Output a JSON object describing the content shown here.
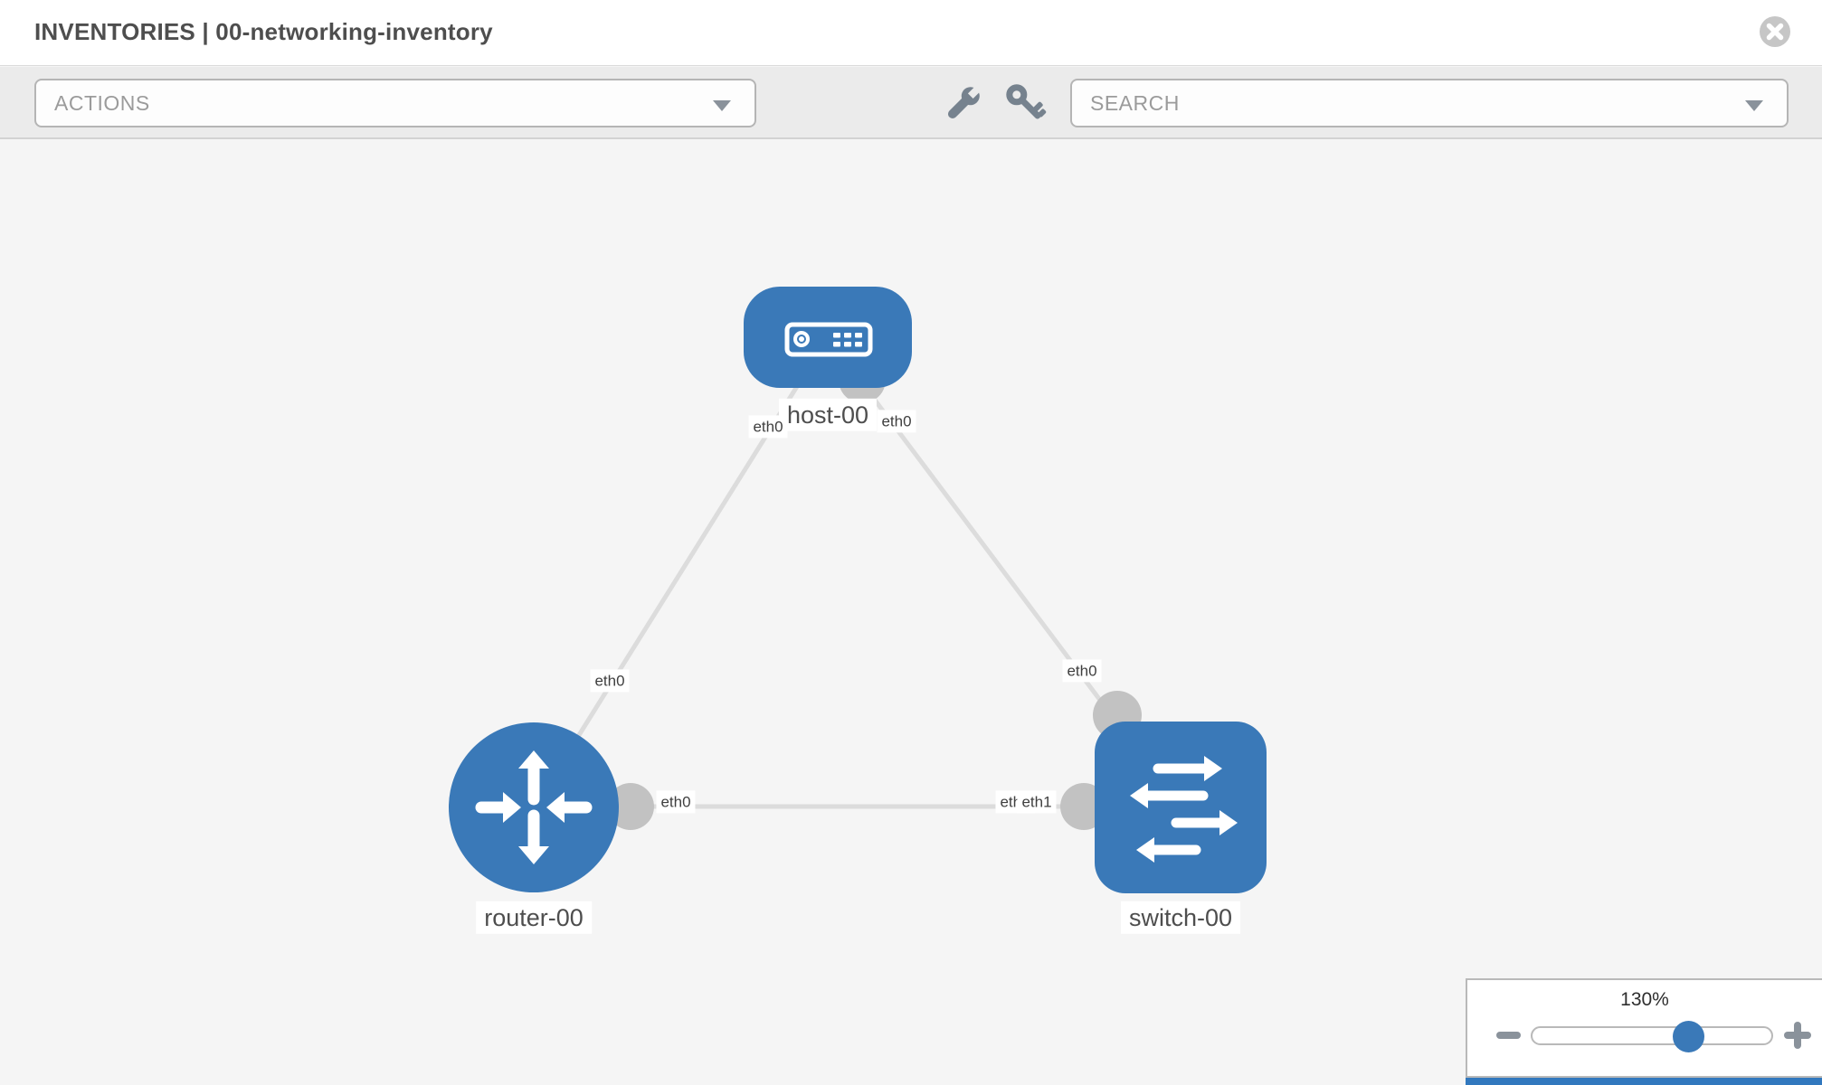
{
  "header": {
    "title": "INVENTORIES | 00-networking-inventory"
  },
  "toolbar": {
    "actions": {
      "label": "ACTIONS"
    },
    "search": {
      "placeholder": "SEARCH"
    }
  },
  "icons": {
    "header": [
      "close-icon"
    ],
    "toolbar": [
      "wrench-icon",
      "key-icon",
      "chevron-down-icon"
    ],
    "zoom": [
      "minus-icon",
      "plus-icon"
    ],
    "nodes": [
      "server-icon",
      "router-arrows-icon",
      "switch-arrows-icon"
    ]
  },
  "topology": {
    "nodes": [
      {
        "label": "host-00",
        "type": "host"
      },
      {
        "label": "router-00",
        "type": "router"
      },
      {
        "label": "switch-00",
        "type": "switch"
      }
    ],
    "links": [
      {
        "from": "host-00",
        "to": "router-00",
        "from_interface": "eth0",
        "to_interface": "eth0"
      },
      {
        "from": "host-00",
        "to": "switch-00",
        "from_interface": "eth0",
        "to_interface": "eth0"
      },
      {
        "from": "router-00",
        "to": "switch-00",
        "from_interface": "eth0",
        "to_interface": "eth1"
      }
    ],
    "overlapped_label": {
      "back": "eth0"
    }
  },
  "zoom": {
    "level": "130%"
  },
  "colors": {
    "node_blue": "#3a79b8",
    "link_gray": "#dcdcdc",
    "port_gray": "#c2c2c2",
    "accent_strip": "#3178be"
  }
}
